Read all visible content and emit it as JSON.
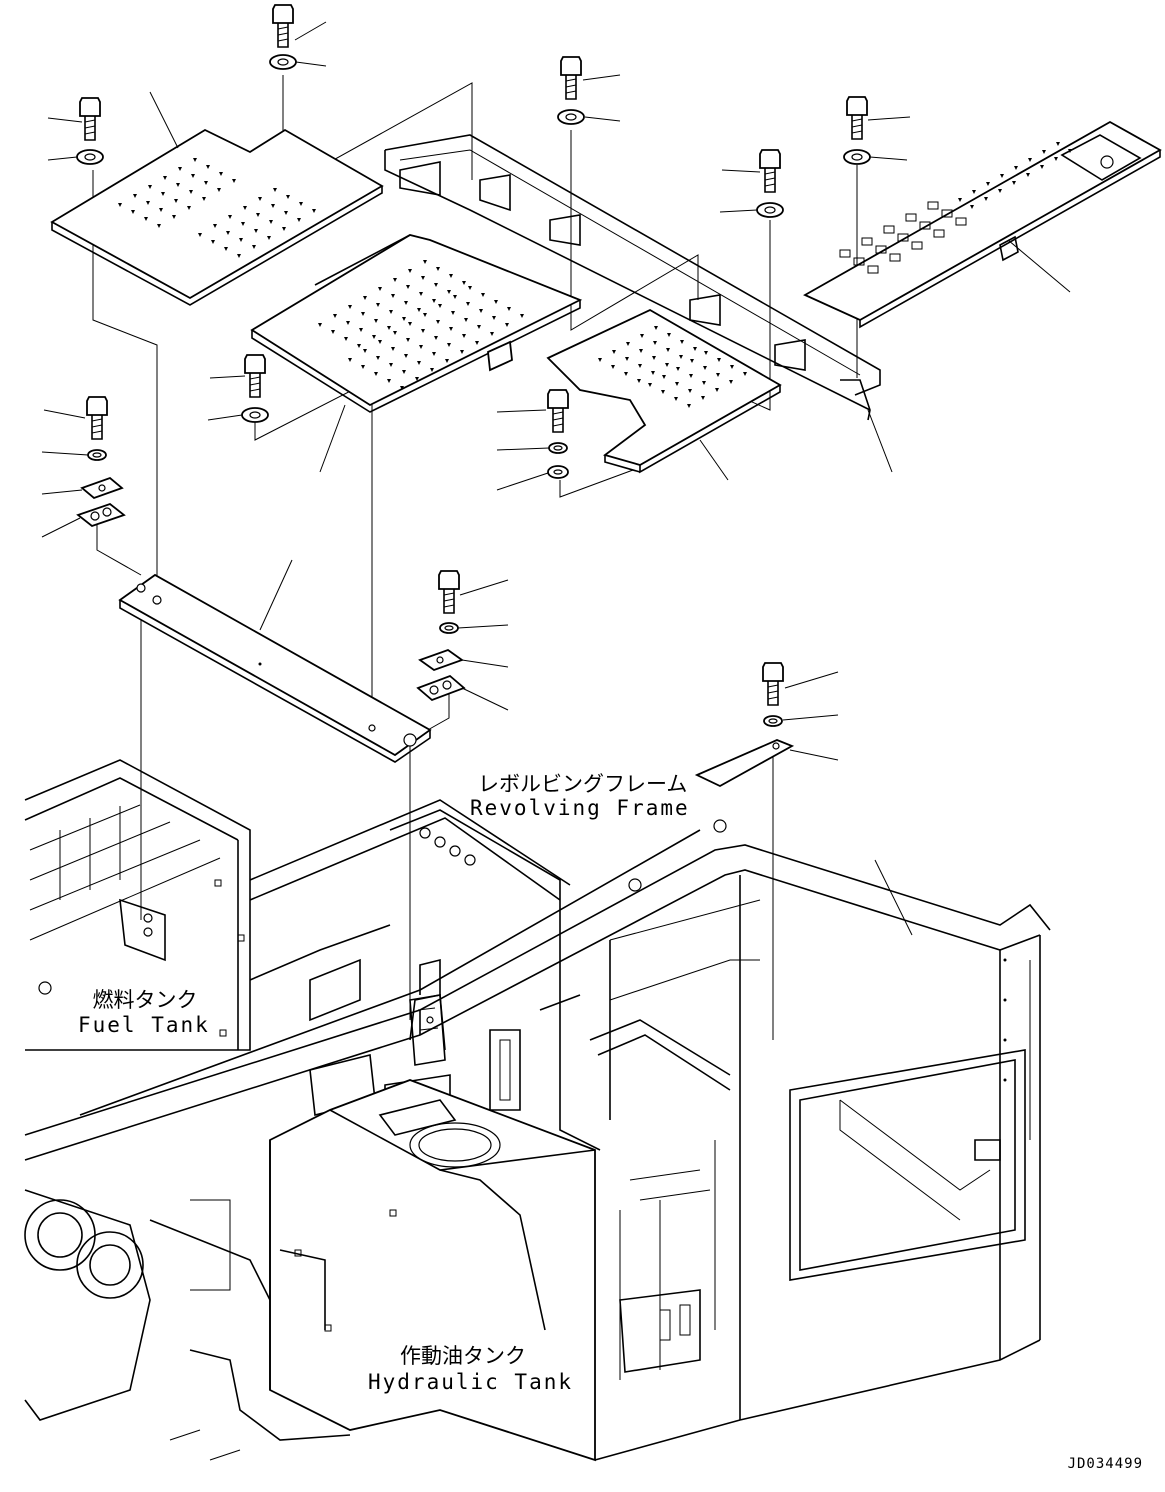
{
  "labels": {
    "revolving_frame_jp": "レボルビングフレーム",
    "revolving_frame_en": "Revolving Frame",
    "fuel_tank_jp": "燃料タンク",
    "fuel_tank_en": "Fuel Tank",
    "hydraulic_tank_jp": "作動油タンク",
    "hydraulic_tank_en": "Hydraulic Tank"
  },
  "document_id": "JD034499",
  "colors": {
    "line": "#000000",
    "background": "#ffffff"
  }
}
